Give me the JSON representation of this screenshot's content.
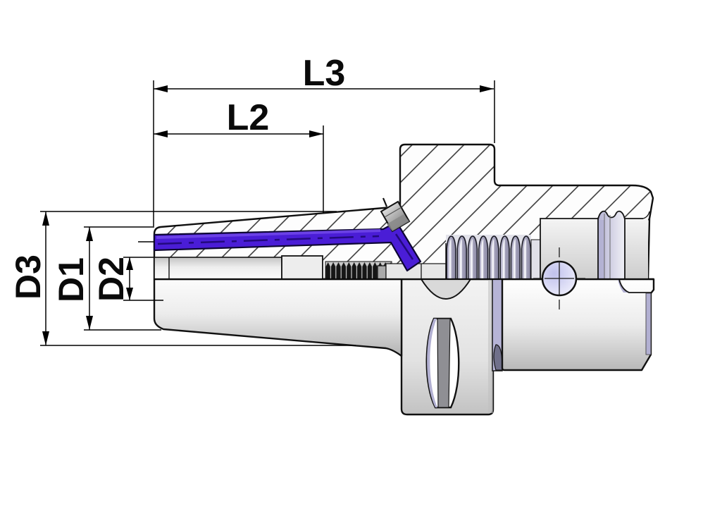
{
  "drawing": {
    "dimension_labels": {
      "l3": "L3",
      "l2": "L2",
      "d3": "D3",
      "d1": "D1",
      "d2": "D2"
    },
    "colors": {
      "background": "#ffffff",
      "line": "#000000",
      "coolant_tube": "#4a1dd6",
      "accent_lavender": "#b2b0d2"
    }
  }
}
